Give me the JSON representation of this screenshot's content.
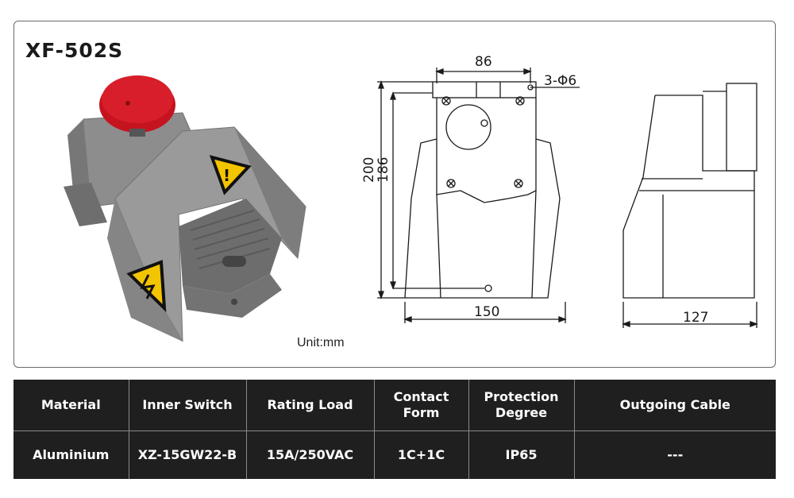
{
  "product": {
    "model": "XF-502S",
    "unit_note": "Unit:mm"
  },
  "drawing": {
    "front": {
      "top_hole_spacing": "86",
      "holes": "3-Φ6",
      "overall_height": "200",
      "inner_height": "186",
      "base_width": "150"
    },
    "side": {
      "depth": "127"
    }
  },
  "colors": {
    "panel_border": "#6a6a6a",
    "table_bg": "#1f1f1f",
    "housing_gray": "#8c8c8c",
    "button_red": "#d81e2a",
    "warning_yellow": "#f3c400"
  },
  "specs": {
    "headers": [
      "Material",
      "Inner Switch",
      "Rating Load",
      "Contact Form",
      "Protection Degree",
      "Outgoing Cable"
    ],
    "values": [
      "Aluminium",
      "XZ-15GW22-B",
      "15A/250VAC",
      "1C+1C",
      "IP65",
      "---"
    ]
  }
}
